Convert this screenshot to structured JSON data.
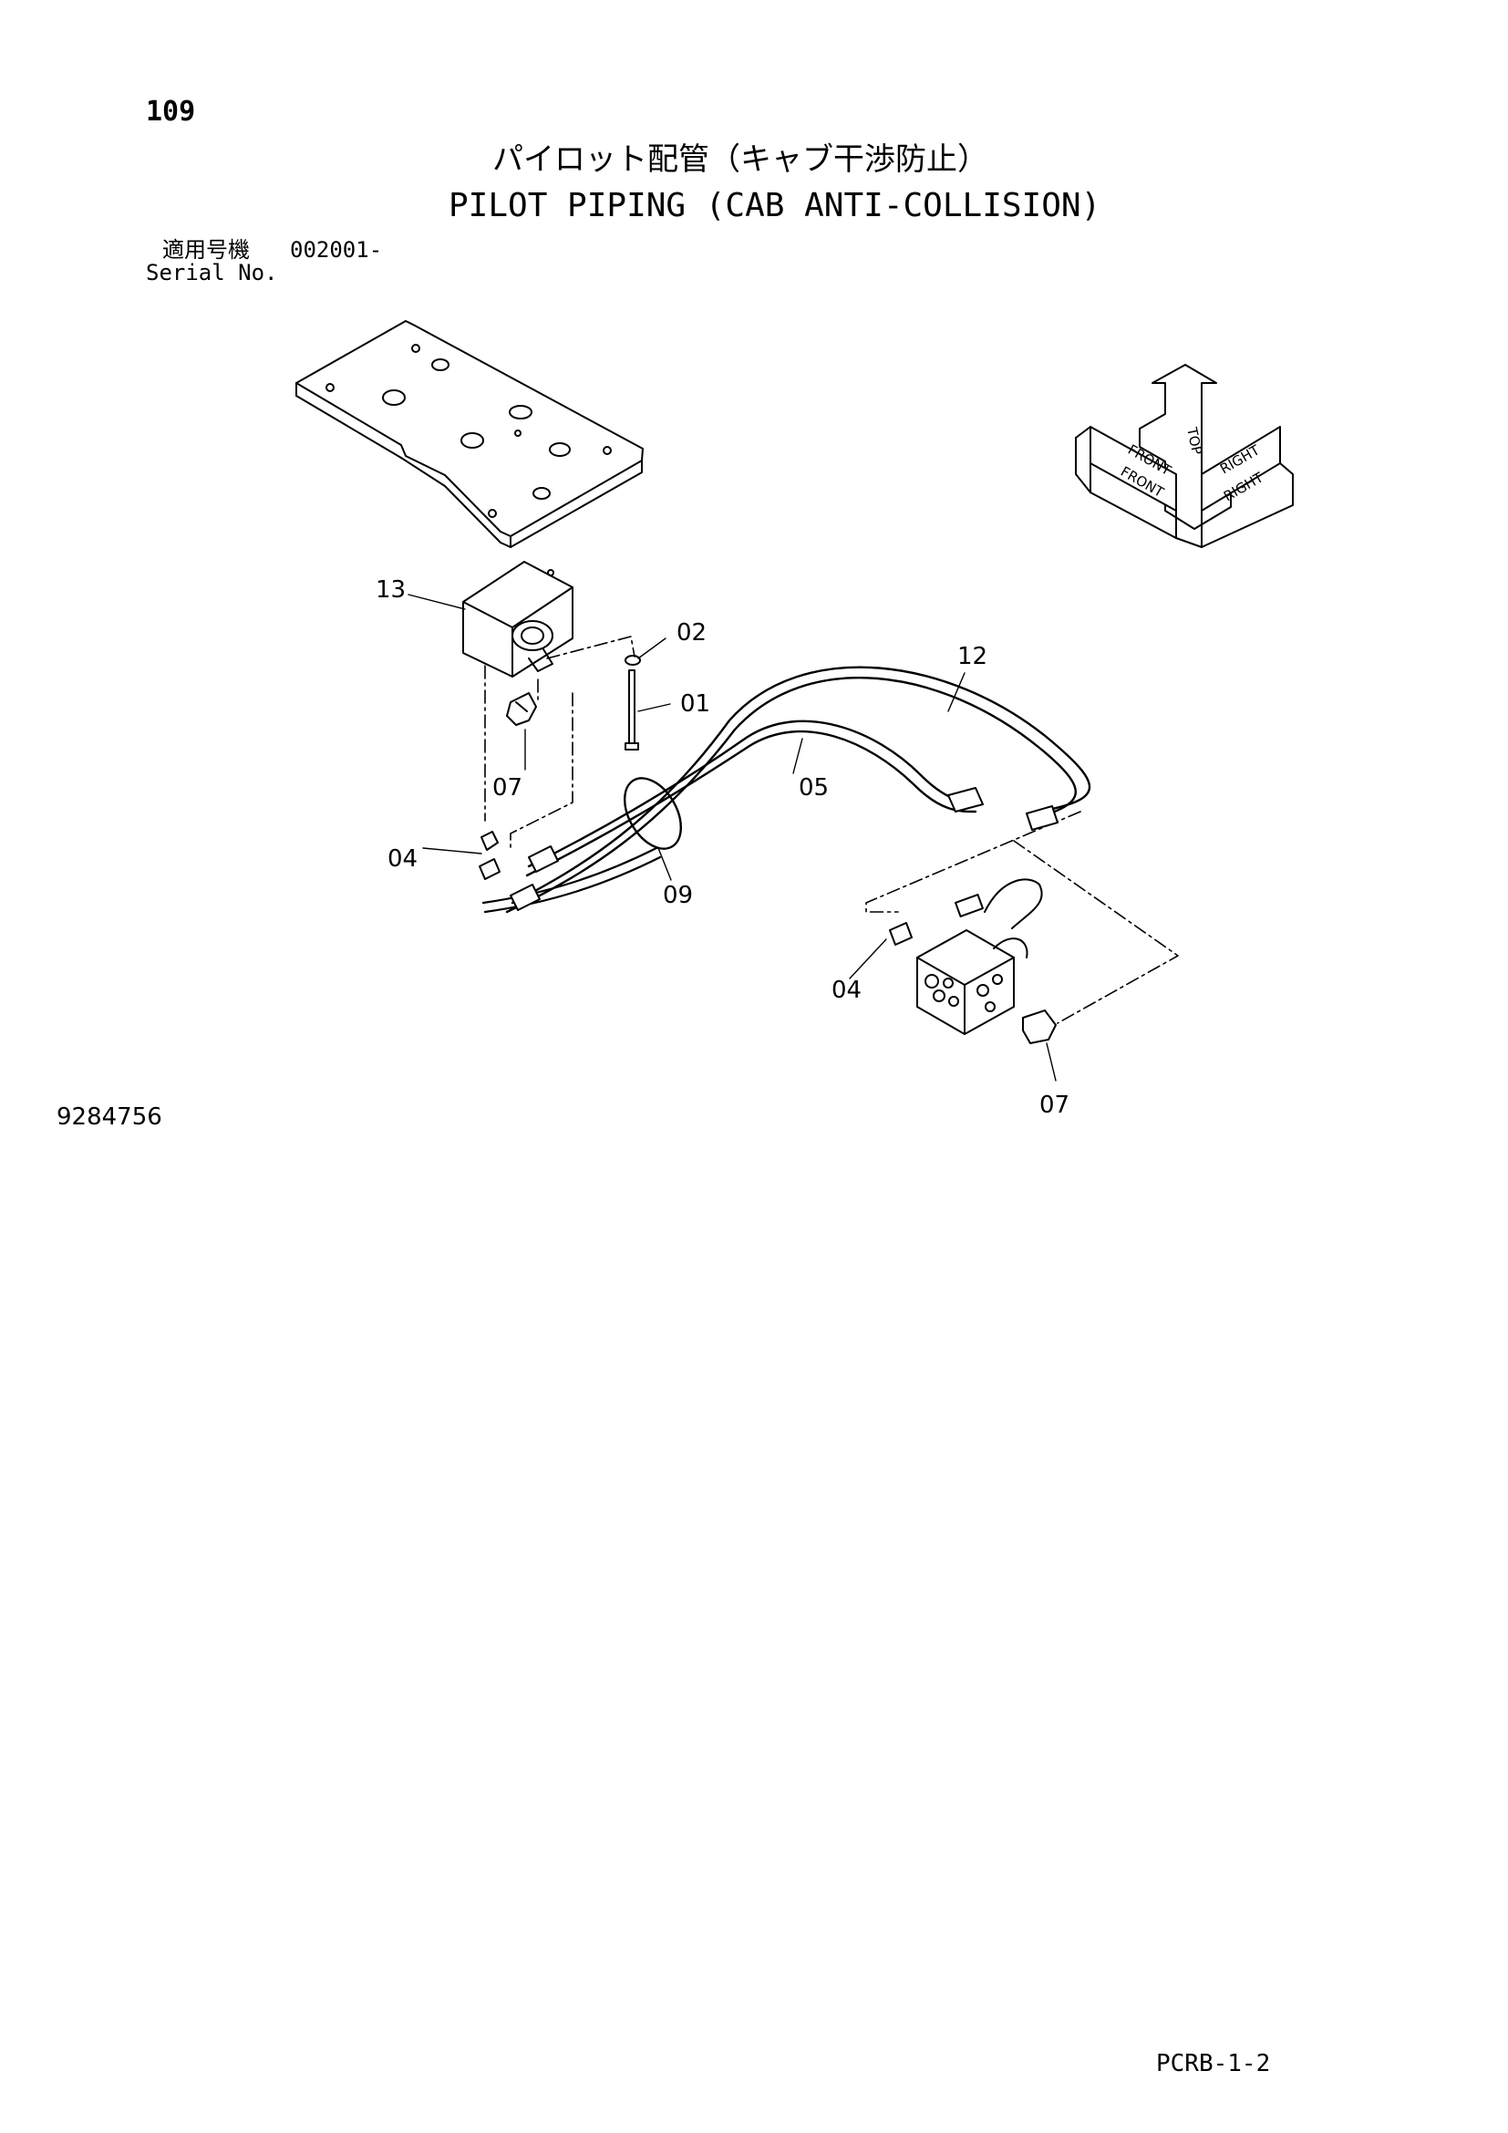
{
  "page": {
    "number": "109",
    "title_jp": "パイロット配管（キャブ干渉防止）",
    "title_en": "PILOT PIPING (CAB ANTI-COLLISION)",
    "serial_label_jp": "適用号機",
    "serial_value": "002001-",
    "serial_label_en": "Serial No.",
    "drawing_number": "9284756",
    "footer_code": "PCRB-1-2"
  },
  "orientation_marker": {
    "front": "FRONT",
    "front_side": "FRONT",
    "top": "TOP",
    "right": "RIGHT",
    "right_side": "RIGHT"
  },
  "callouts": {
    "c13": "13",
    "c02": "02",
    "c01": "01",
    "c12": "12",
    "c07a": "07",
    "c05": "05",
    "c04a": "04",
    "c09": "09",
    "c04b": "04",
    "c07b": "07"
  }
}
